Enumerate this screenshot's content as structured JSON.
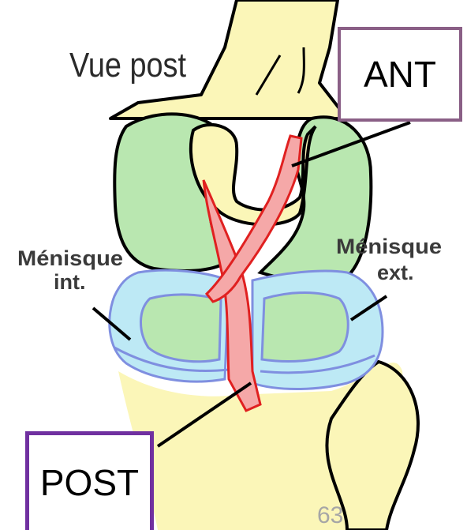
{
  "title": "Vue post",
  "labels": {
    "menisque_int_line1": "Ménisque",
    "menisque_int_line2": "int.",
    "menisque_ext_line1": "Ménisque",
    "menisque_ext_line2": "ext.",
    "ant": "ANT",
    "post": "POST"
  },
  "page_number": "63",
  "colors": {
    "bone": "#fbf6b8",
    "condyle": "#b9e7b0",
    "meniscus": "#bde9f5",
    "meniscus_outline": "#7f8fe0",
    "ligament": "#f5a8a8",
    "ligament_outline": "#e02020",
    "line": "#000000",
    "ant_box_border": "#8a5f86",
    "post_box_border": "#7030a0"
  }
}
